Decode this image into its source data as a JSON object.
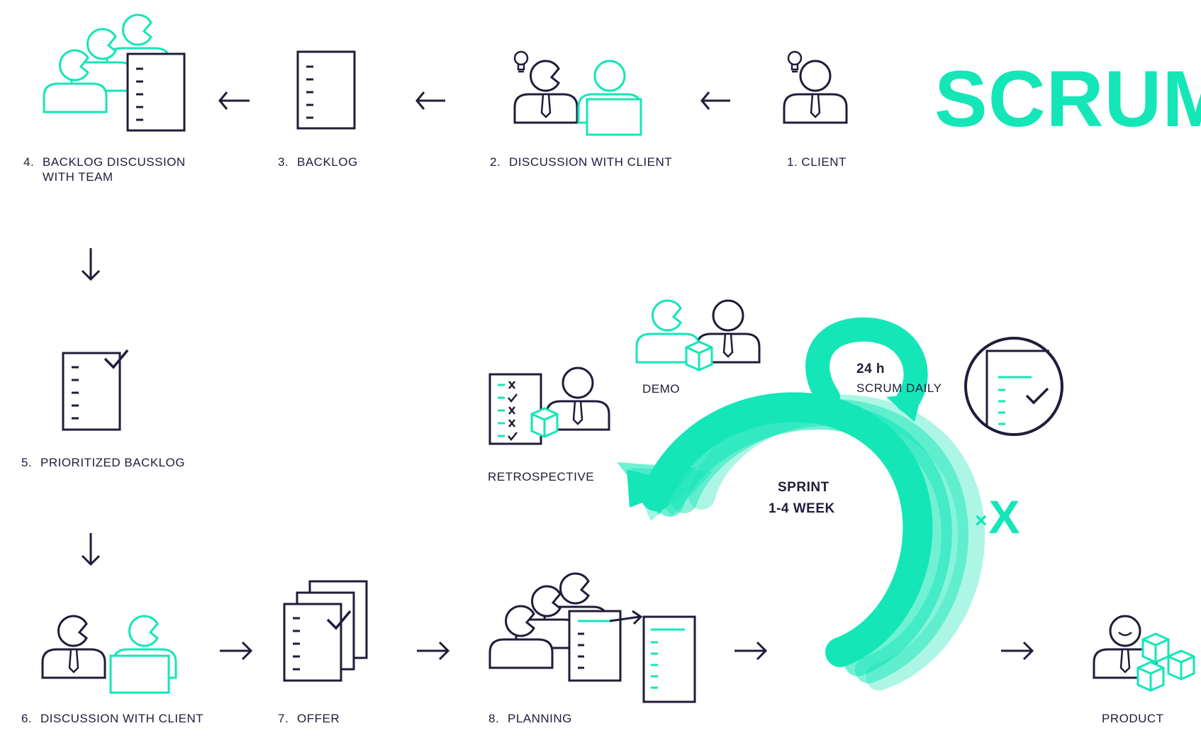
{
  "title": "SCRUM",
  "colors": {
    "accent": "#14e6b8",
    "ink": "#1f1d3a"
  },
  "steps": [
    {
      "id": "client",
      "num": "1.",
      "label": "CLIENT",
      "icon": "client-with-idea-icon"
    },
    {
      "id": "discussion-with-client-top",
      "num": "2.",
      "label": "DISCUSSION WITH CLIENT",
      "icon": "client-discussion-icon"
    },
    {
      "id": "backlog",
      "num": "3.",
      "label": "BACKLOG",
      "icon": "document-list-icon"
    },
    {
      "id": "backlog-discussion",
      "num": "4.",
      "label_line1": "BACKLOG DISCUSSION",
      "label_line2": "WITH TEAM",
      "icon": "team-with-document-icon"
    },
    {
      "id": "prioritized-backlog",
      "num": "5.",
      "label": "PRIORITIZED BACKLOG",
      "icon": "checked-document-icon"
    },
    {
      "id": "discussion-with-client-bottom",
      "num": "6.",
      "label": "DISCUSSION WITH CLIENT",
      "icon": "client-discussion-icon"
    },
    {
      "id": "offer",
      "num": "7.",
      "label": "OFFER",
      "icon": "stacked-documents-icon"
    },
    {
      "id": "planning",
      "num": "8.",
      "label": "PLANNING",
      "icon": "team-planning-icon"
    }
  ],
  "sprint": {
    "line1": "SPRINT",
    "line2": "1-4 WEEK",
    "repeat": "X",
    "repeat_prefix": "×"
  },
  "daily": {
    "line1": "24 h",
    "line2": "SCRUM DAILY"
  },
  "demo": {
    "label": "DEMO"
  },
  "retrospective": {
    "label": "RETROSPECTIVE"
  },
  "product": {
    "label": "PRODUCT"
  }
}
